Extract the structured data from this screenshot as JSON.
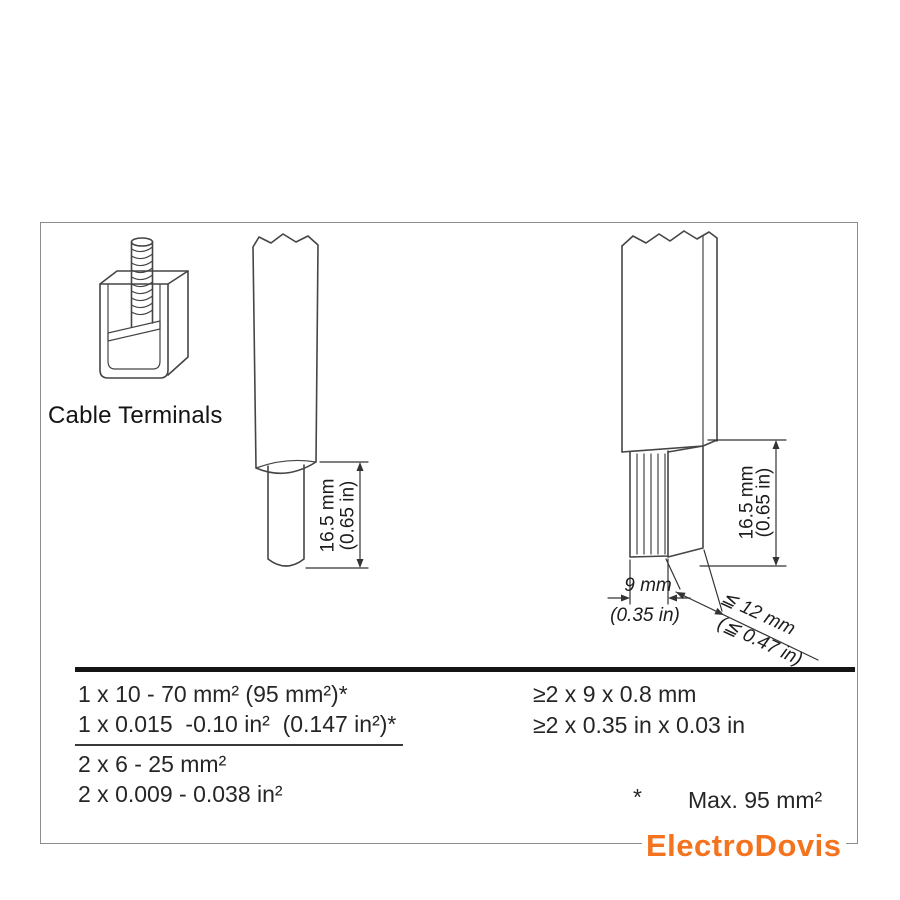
{
  "figure": {
    "cable_terminals_label": "Cable Terminals"
  },
  "dimensions": {
    "cable_strip_length_mm": "16.5 mm",
    "cable_strip_length_in": "(0.65 in)",
    "busbar_strip_length_mm": "16.5 mm",
    "busbar_strip_length_in": "(0.65 in)",
    "busbar_width_mm": "9 mm",
    "busbar_width_in": "(0.35 in)",
    "busbar_depth_mm": "≦ 12 mm",
    "busbar_depth_in": "(≦ 0.47 in)"
  },
  "specs": {
    "single_cable_metric": "1 x 10 - 70 mm² (95 mm²)*",
    "single_cable_imperial": "1 x 0.015  -0.10 in²  (0.147 in²)*",
    "dual_cable_metric": "2 x 6 - 25 mm²",
    "dual_cable_imperial": "2 x 0.009 - 0.038 in²",
    "busbar_metric": "≥2 x 9 x 0.8 mm",
    "busbar_imperial": "≥2 x 0.35 in x 0.03 in",
    "footnote_marker": "*",
    "footnote_text": "Max. 95 mm²"
  },
  "watermark": {
    "text": "ElectroDovis",
    "color": "#f4731e"
  }
}
